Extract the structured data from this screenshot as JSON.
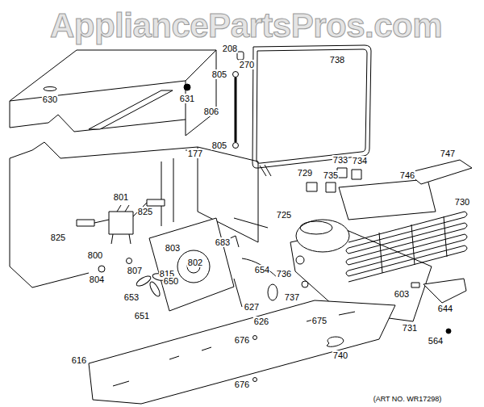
{
  "diagram": {
    "labels": [
      "AppliancePartsPros.com",
      "208",
      "738",
      "805",
      "806",
      "805",
      "270",
      "630",
      "631",
      "177",
      "801",
      "825",
      "825",
      "800",
      "803",
      "802",
      "804",
      "807",
      "815",
      "729",
      "733",
      "734",
      "735",
      "747",
      "746",
      "730",
      "725",
      "683",
      "650",
      "654",
      "736",
      "737",
      "603",
      "644",
      "627",
      "626",
      "675",
      "731",
      "564",
      "653",
      "651",
      "676",
      "740",
      "616",
      "676",
      "(ART NO. WR17298)"
    ]
  }
}
